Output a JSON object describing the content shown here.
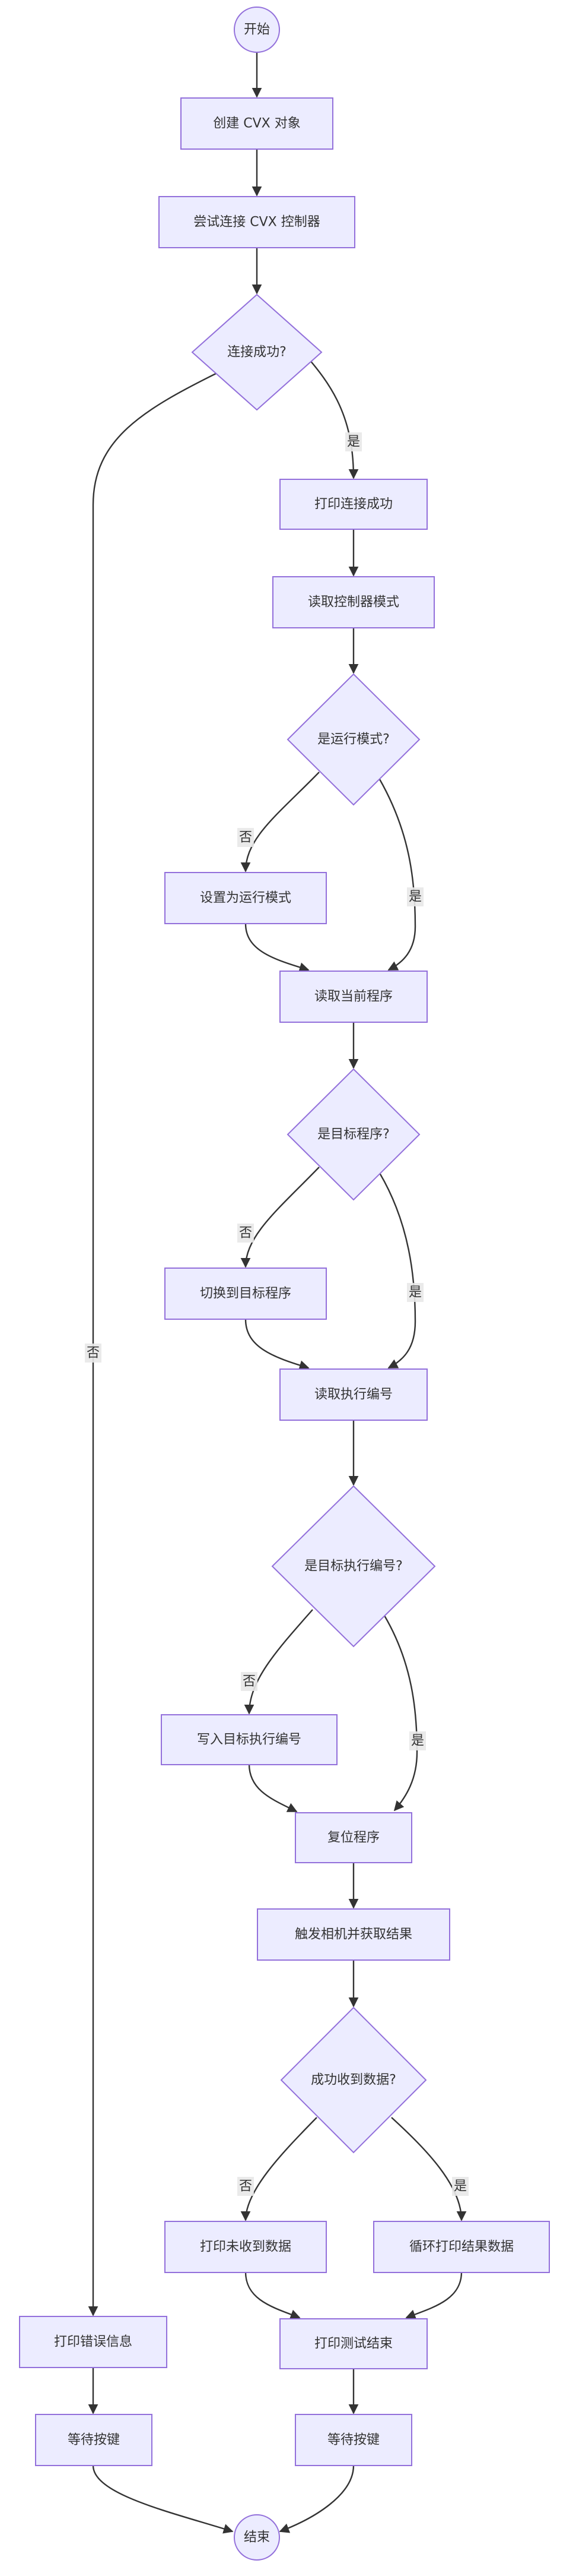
{
  "nodes": {
    "start": "开始",
    "create": "创建 CVX 对象",
    "connect": "尝试连接 CVX 控制器",
    "connected_q": "连接成功?",
    "print_ok": "打印连接成功",
    "read_mode": "读取控制器模式",
    "run_mode_q": "是运行模式?",
    "set_run": "设置为运行模式",
    "read_prog": "读取当前程序",
    "target_prog_q": "是目标程序?",
    "switch_prog": "切换到目标程序",
    "read_exec": "读取执行编号",
    "target_exec_q": "是目标执行编号?",
    "write_exec": "写入目标执行编号",
    "reset": "复位程序",
    "trigger": "触发相机并获取结果",
    "data_q": "成功收到数据?",
    "no_data": "打印未收到数据",
    "loop_print": "循环打印结果数据",
    "print_err": "打印错误信息",
    "test_end": "打印测试结束",
    "wait_left": "等待按键",
    "wait_right": "等待按键",
    "end": "结束"
  },
  "edge_labels": {
    "connected_yes": "是",
    "connected_no": "否",
    "run_no": "否",
    "run_yes": "是",
    "prog_no": "否",
    "prog_yes": "是",
    "exec_no": "否",
    "exec_yes": "是",
    "data_no": "否",
    "data_yes": "是"
  },
  "colors": {
    "node_fill": "#ececff",
    "node_stroke": "#9370db",
    "edge": "#333333",
    "label_bg": "#e8e8e8"
  }
}
